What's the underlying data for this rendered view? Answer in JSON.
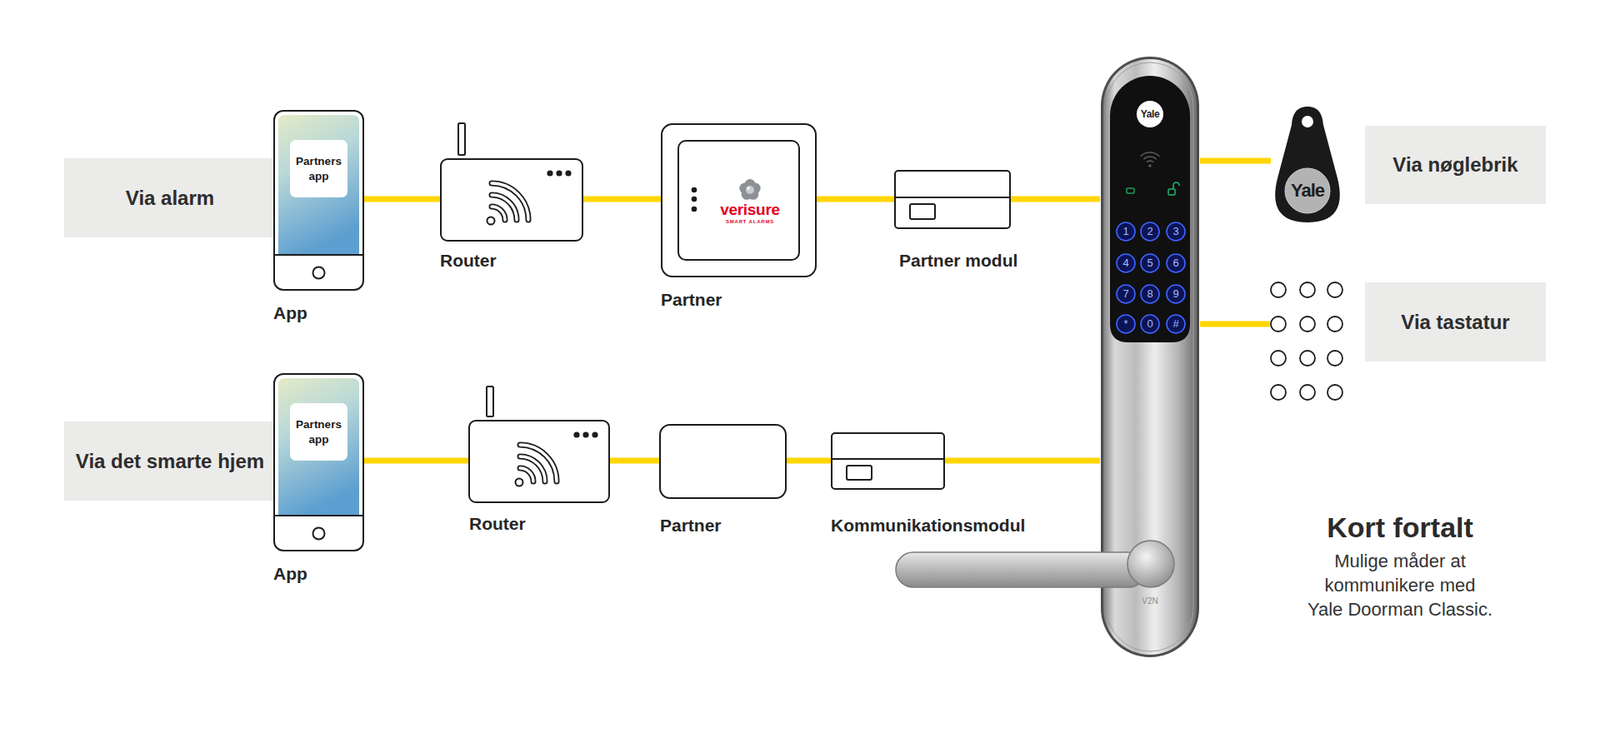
{
  "diagram": {
    "title": "Kort fortalt",
    "caption": "Mulige måder at kommunikere med Yale Doorman Classic.",
    "nodes": [
      {
        "text": [
          "Via alarm"
        ]
      },
      {
        "text": [
          "App"
        ]
      },
      {
        "text": [
          "Partners app"
        ],
        "in": 1
      },
      {
        "text": [
          "Router"
        ]
      },
      {
        "text": [
          "Partner"
        ]
      },
      {
        "text": [
          "verisure",
          "SMART ALARMS"
        ],
        "in": 4
      },
      {
        "text": [
          "Partner modul"
        ]
      },
      {
        "text": [
          "Yale"
        ]
      },
      {
        "text": [
          "Yale"
        ]
      },
      {
        "text": [
          "Via nøglebrik"
        ]
      },
      {
        "text": [
          "Via tastatur"
        ]
      },
      {
        "text": [
          "Via det smarte hjem"
        ]
      },
      {
        "text": [
          "App"
        ]
      },
      {
        "text": [
          "Partners app"
        ],
        "in": 12
      },
      {
        "text": [
          "Router"
        ]
      },
      {
        "text": [
          "Partner"
        ]
      },
      {
        "text": [
          "Kommunikationsmodul"
        ]
      }
    ],
    "edges": [
      {
        "from": 1,
        "to": 3,
        "arrow": "none"
      },
      {
        "from": 3,
        "to": 4,
        "arrow": "none"
      },
      {
        "from": 4,
        "to": 6,
        "arrow": "none"
      },
      {
        "from": 6,
        "to": 7,
        "arrow": "none"
      },
      {
        "from": 7,
        "to": 8,
        "arrow": "none"
      },
      {
        "from": 12,
        "to": 14,
        "arrow": "none"
      },
      {
        "from": 14,
        "to": 15,
        "arrow": "none"
      },
      {
        "from": 15,
        "to": 16,
        "arrow": "none"
      },
      {
        "from": 16,
        "to": 7,
        "arrow": "none"
      }
    ],
    "labels": [
      "1",
      "2",
      "3",
      "4",
      "5",
      "6",
      "7",
      "8",
      "9",
      "*",
      "0",
      "#",
      "V2N"
    ]
  }
}
